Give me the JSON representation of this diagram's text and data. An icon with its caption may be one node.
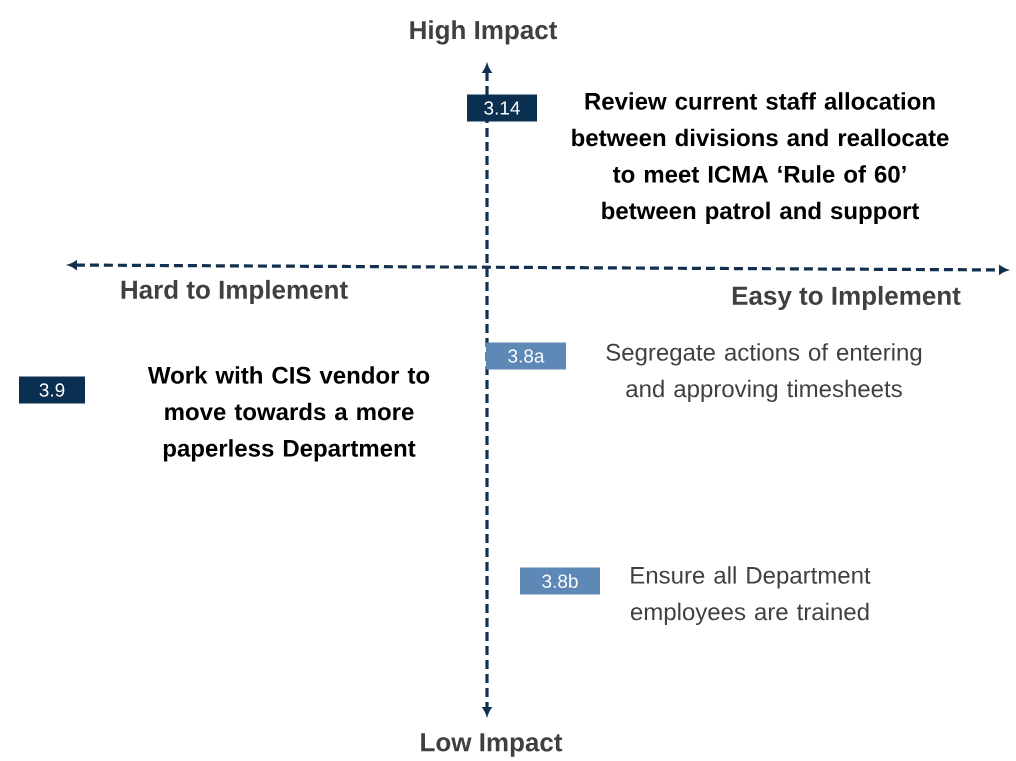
{
  "diagram": {
    "nodes": [
      {
        "text": [
          "3.14",
          "Review current staff allocation between divisions and reallocate to meet ICMA ‘Rule of 60’ between patrol and support"
        ]
      },
      {
        "text": [
          "3.8a",
          "Segregate actions of entering and approving timesheets"
        ]
      },
      {
        "text": [
          "3.9",
          "Work with CIS vendor to move towards a more paperless Department"
        ]
      },
      {
        "text": [
          "3.8b",
          "Ensure all Department employees are trained"
        ]
      }
    ],
    "labels": [
      "High Impact",
      "Hard to Implement",
      "Easy to Implement",
      "Low Impact"
    ]
  }
}
